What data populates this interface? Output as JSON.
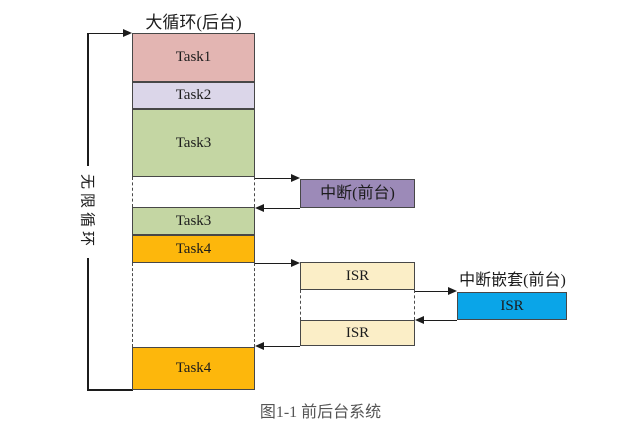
{
  "diagram": {
    "background": {
      "title": "大循环(后台)",
      "loop_label": "无限循环",
      "blocks": [
        {
          "label": "Task1",
          "color": "#E3B5B2"
        },
        {
          "label": "Task2",
          "color": "#DBD6E9"
        },
        {
          "label": "Task3",
          "color": "#C4D6A3"
        },
        {
          "label": "Task3",
          "color": "#C4D6A3"
        },
        {
          "label": "Task4",
          "color": "#FDB70C"
        },
        {
          "label": "Task4",
          "color": "#FDB70C"
        }
      ]
    },
    "foreground": {
      "interrupt": {
        "label": "中断(前台)",
        "color": "#9C8AB8"
      },
      "isr_first": {
        "label": "ISR",
        "color": "#FBEEC7"
      },
      "isr_second": {
        "label": "ISR",
        "color": "#FBEEC7"
      },
      "nested": {
        "title": "中断嵌套(前台)",
        "label": "ISR",
        "color": "#0AA5E8"
      }
    },
    "caption": "图1-1 前后台系统",
    "colors": {
      "line": "#1c1c1c",
      "border": "#474747"
    }
  }
}
